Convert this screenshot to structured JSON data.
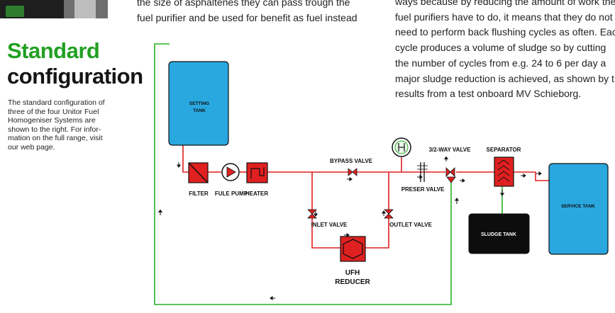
{
  "page": {
    "heading_line1": "Standard",
    "heading_line2": "configuration",
    "intro_lines": [
      "The standard configuration of",
      "three of the four Unitor Fuel",
      "Homogeniser Systems are",
      "shown to the right. For infor-",
      "mation on the full range, visit",
      "our web page."
    ],
    "middle_lines": [
      "the size of asphaltenes they can pass trough the",
      "fuel purifier and be used for benefit as fuel instead"
    ],
    "right_lines": [
      "ways because by reducing the amount of work the",
      "fuel purifiers have to do, it means that they do not",
      "need to perform back flushing cycles as often. Each",
      "cycle produces a volume of sludge so by cutting",
      "the number of cycles from e.g. 24 to 6 per day a",
      "major sludge reduction is achieved, as shown by the",
      "results from a test onboard MV Schieborg."
    ]
  },
  "diagram": {
    "settling_tank": [
      "SETTING",
      "TANK"
    ],
    "filter": "FILTER",
    "fuel_pump": "FULE PUMP",
    "heater": "HEATER",
    "bypass_valve": "BYPASS VALVE",
    "three_way_valve": "3/2-WAY VALVE",
    "separator": "SEPARATOR",
    "preser_valve": "PRESER VALVE",
    "inlet_valve": "INLET VALVE",
    "outlet_valve": "OUTLET VALVE",
    "ufh_reducer": [
      "UFH",
      "REDUCER"
    ],
    "sludge_tank": "SLUDGE TANK",
    "service_tank": "SERVICE TANK",
    "colors": {
      "fuel_line": "#e02020",
      "return_line": "#26b026",
      "tank": "#29a8e0",
      "component": "#e02020",
      "sludge": "#0d0d0d",
      "heading": "#22a022"
    }
  }
}
